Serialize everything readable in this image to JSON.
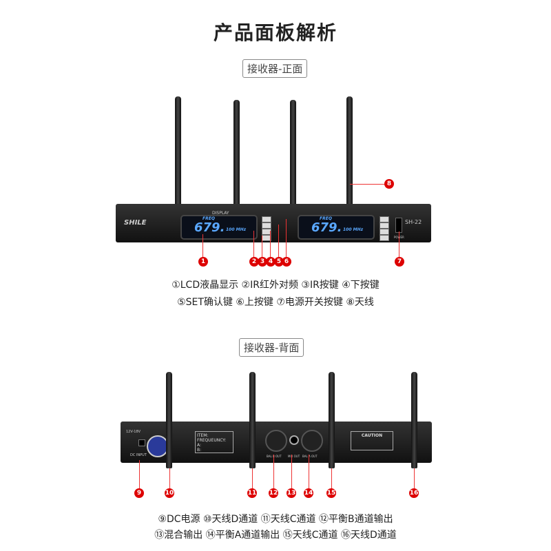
{
  "title": "产品面板解析",
  "front": {
    "label": "接收器-正面",
    "brand": "SHILE",
    "model": "SH-22",
    "display_label": "DISPLAY",
    "freq_label": "FREQ",
    "freq_value": "679.",
    "freq_unit": "100 MHz",
    "power_label": "POWER",
    "callouts": [
      "1",
      "2",
      "3",
      "4",
      "5",
      "6",
      "7",
      "8"
    ],
    "legend_line1": "①LCD液晶显示 ②IR红外对频 ③IR按键 ④下按键",
    "legend_line2": "⑤SET确认键 ⑥上按键 ⑦电源开关按键 ⑧天线"
  },
  "back": {
    "label": "接收器-背面",
    "dc_label": "DC INPUT",
    "voltage_label": "12V-18V",
    "item_label": "ITEM:",
    "frequency_label": "FREQUEUNCY:",
    "a_label": "A:",
    "b_label": "B:",
    "bal_b_label": "BAL B OUT",
    "mix_label": "MIX OUT",
    "bal_a_label": "BAL A OUT",
    "caution_label": "CAUTION",
    "callouts": [
      "9",
      "10",
      "11",
      "12",
      "13",
      "14",
      "15",
      "16"
    ],
    "legend_line1": "⑨DC电源 ⑩天线D通道 ⑪天线C通道 ⑫平衡B通道输出",
    "legend_line2": "⑬混合输出 ⑭平衡A通道输出 ⑮天线C通道 ⑯天线D通道"
  },
  "colors": {
    "callout": "#dd0000",
    "lcd_text": "#5aa8ff"
  }
}
